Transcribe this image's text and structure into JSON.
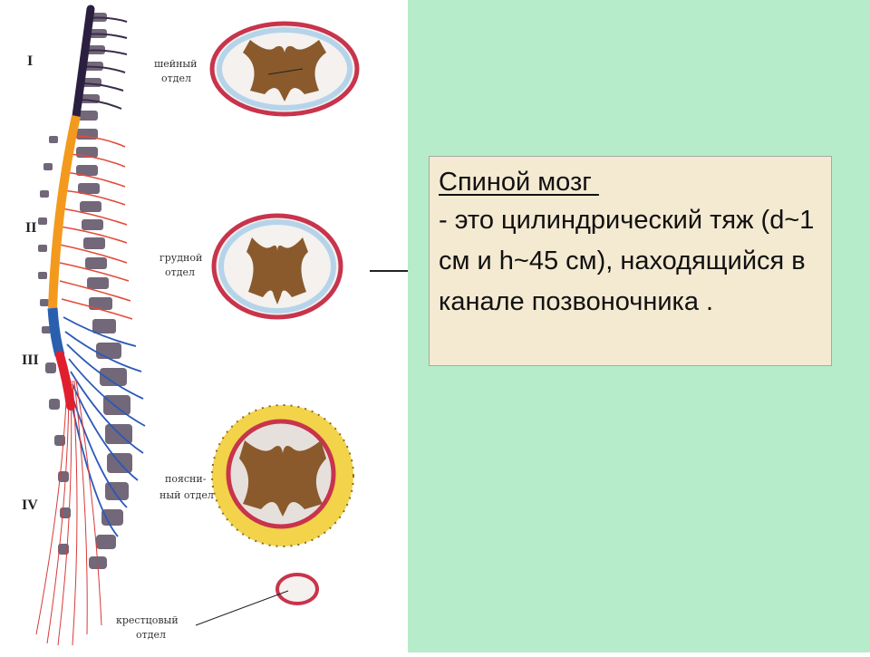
{
  "slide": {
    "title": "Спиной мозг ",
    "body": "- это цилиндрический тяж (d~1 см и h~45 см), находящийся в канале позвоночника ."
  },
  "figure": {
    "region_markers": [
      "I",
      "II",
      "III",
      "IV"
    ],
    "cervical_label": [
      "шейный",
      "отдел"
    ],
    "thoracic_label": [
      "грудной",
      "отдел"
    ],
    "lumbar_label": [
      "поясни-",
      "ный отдел"
    ],
    "sacral_label": [
      "крестцовый",
      "отдел"
    ]
  },
  "colors": {
    "panel_background": "#b6ecc9",
    "text_box_background": "#f4e9d1",
    "cervical_segment": "#2b1f40",
    "thoracic_segment": "#f39a1e",
    "lumbar_segment": "#2a5fb0",
    "sacral_segment": "#e01f2e",
    "grey_matter": "#8a5a2c",
    "meninges": "#d4324a"
  }
}
